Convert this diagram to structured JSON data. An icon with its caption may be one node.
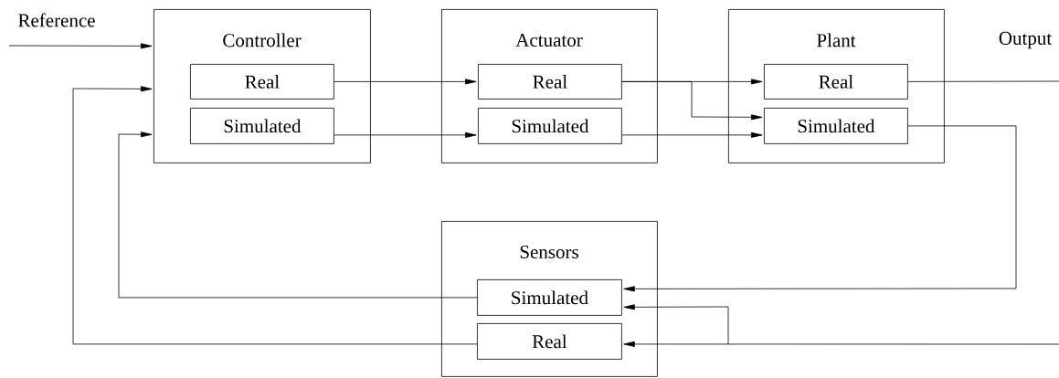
{
  "diagram": {
    "nodes": [
      {
        "text": [
          "Controller"
        ]
      },
      {
        "text": [
          "Real"
        ],
        "in": 0
      },
      {
        "text": [
          "Simulated"
        ],
        "in": 0
      },
      {
        "text": [
          "Actuator"
        ]
      },
      {
        "text": [
          "Real"
        ],
        "in": 3
      },
      {
        "text": [
          "Simulated"
        ],
        "in": 3
      },
      {
        "text": [
          "Plant"
        ]
      },
      {
        "text": [
          "Real"
        ],
        "in": 6
      },
      {
        "text": [
          "Simulated"
        ],
        "in": 6
      },
      {
        "text": [
          "Sensors"
        ]
      },
      {
        "text": [
          "Simulated"
        ],
        "in": 9
      },
      {
        "text": [
          "Real"
        ],
        "in": 9
      }
    ],
    "edges": [
      {
        "from": null,
        "to": 0,
        "arrow": "to",
        "label": "Reference"
      },
      {
        "from": 1,
        "to": 4,
        "arrow": "to"
      },
      {
        "from": 2,
        "to": 5,
        "arrow": "to"
      },
      {
        "from": 4,
        "to": 7,
        "arrow": "to"
      },
      {
        "from": 4,
        "to": 8,
        "arrow": "to"
      },
      {
        "from": 5,
        "to": 8,
        "arrow": "to"
      },
      {
        "from": 7,
        "to": null,
        "arrow": "none",
        "label": "Output"
      },
      {
        "from": 8,
        "to": 10,
        "arrow": "to"
      },
      {
        "from": null,
        "to": 10,
        "arrow": "to"
      },
      {
        "from": null,
        "to": 11,
        "arrow": "to"
      },
      {
        "from": 10,
        "to": 0,
        "arrow": "to"
      },
      {
        "from": 11,
        "to": 0,
        "arrow": "to"
      }
    ]
  }
}
